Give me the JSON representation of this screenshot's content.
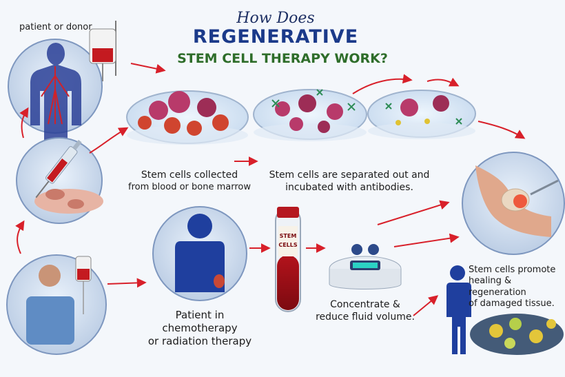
{
  "title": {
    "line1": "How Does",
    "line2": "REGENERATIVE",
    "line3": "STEM CELL THERAPY WORK?"
  },
  "labels": {
    "patient_or_donor": "patient or donor",
    "collected_line1": "Stem cells collected",
    "collected_line2": "from blood or bone marrow",
    "separated_line1": "Stem cells are separated out and",
    "separated_line2": "incubated with antibodies.",
    "patient_line1": "Patient in",
    "patient_line2": "chemotherapy",
    "patient_line3": "or radiation therapy",
    "concentrate_line1": "Concentrate &",
    "concentrate_line2": "reduce fluid volume.",
    "promote_line1": "Stem cells promote",
    "promote_line2": "healing & regeneration",
    "promote_line3": "of damaged tissue.",
    "tube_text_line1": "STEM",
    "tube_text_line2": "CELLS"
  },
  "colors": {
    "arrow": "#d8202a",
    "title_dark": "#1b3a8a",
    "title_green": "#2e6d2a",
    "silhouette": "#1f3f9e"
  }
}
